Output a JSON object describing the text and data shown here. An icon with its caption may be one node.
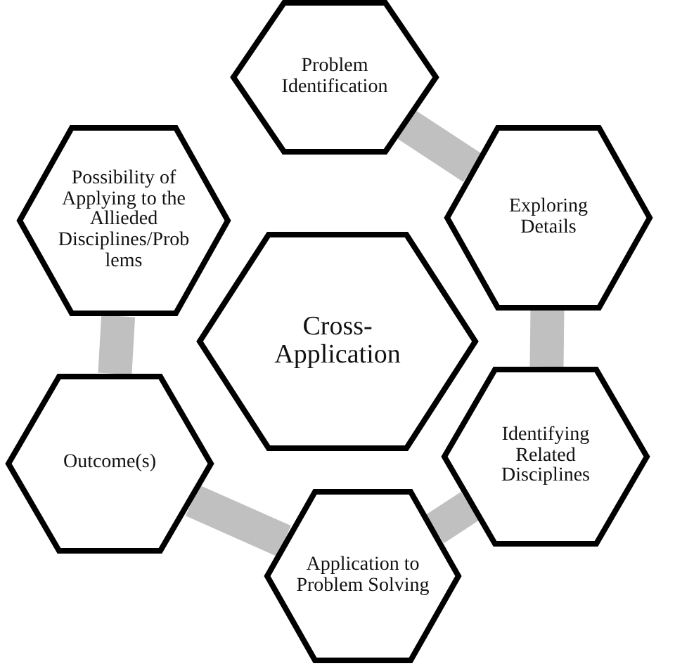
{
  "diagram": {
    "nodes": [
      {
        "text": [
          "Problem Identification"
        ]
      },
      {
        "text": [
          "Possibility of Applying to the Allieded Disciplines/Problems"
        ]
      },
      {
        "text": [
          "Exploring Details"
        ]
      },
      {
        "text": [
          "Cross-Application"
        ]
      },
      {
        "text": [
          "Outcome(s)"
        ]
      },
      {
        "text": [
          "Identifying Related Disciplines"
        ]
      },
      {
        "text": [
          "Application to Problem Solving"
        ]
      }
    ],
    "edges": [
      {
        "from": 0,
        "to": 2,
        "arrow": "none"
      },
      {
        "from": 2,
        "to": 5,
        "arrow": "none"
      },
      {
        "from": 5,
        "to": 6,
        "arrow": "none"
      },
      {
        "from": 6,
        "to": 4,
        "arrow": "none"
      },
      {
        "from": 4,
        "to": 1,
        "arrow": "none"
      }
    ]
  }
}
